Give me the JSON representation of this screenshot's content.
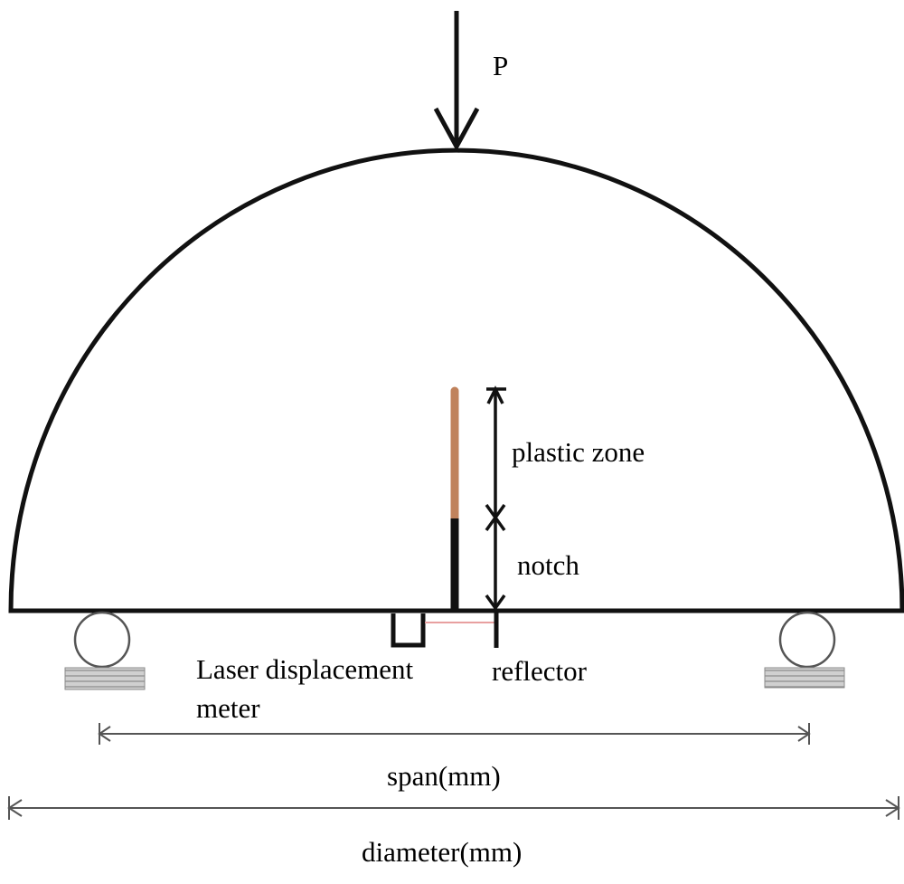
{
  "diagram": {
    "labels": {
      "load": "P",
      "plastic_zone": "plastic zone",
      "notch": "notch",
      "laser_line1": "Laser displacement",
      "laser_line2": "meter",
      "reflector": "reflector",
      "span": "span(mm)",
      "diameter": "diameter(mm)"
    },
    "colors": {
      "outline": "#111111",
      "plastic_zone": "#c0825c",
      "notch": "#111111",
      "laser_beam": "#e8a0a0",
      "support_base": "#b8b8b8"
    }
  }
}
